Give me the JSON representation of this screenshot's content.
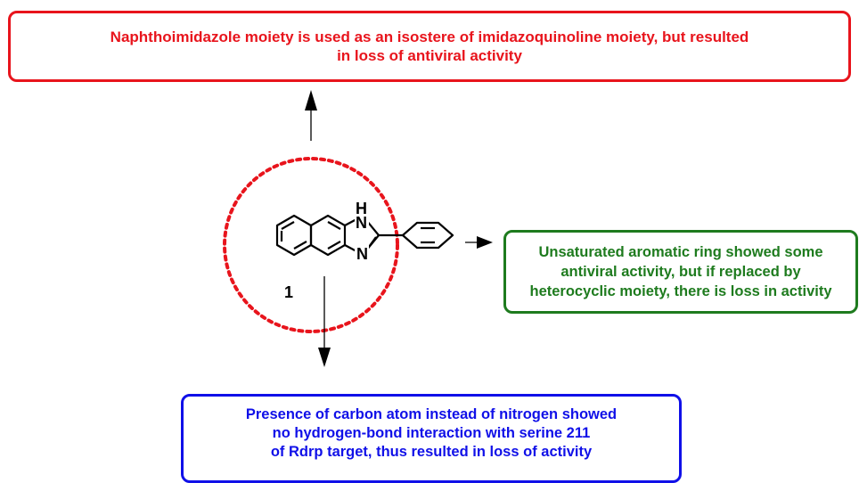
{
  "annotations": {
    "top": {
      "lines": [
        "Naphthoimidazole  moiety is used as an isostere of  imidazoquinoline moiety, but resulted",
        "in  loss of antiviral activity"
      ],
      "color": "#e8141c"
    },
    "right": {
      "lines": [
        "Unsaturated aromatic ring showed some",
        "antiviral activity, but if replaced by",
        "heterocyclic moiety, there is loss in activity"
      ],
      "color": "#1e7b1e"
    },
    "bottom": {
      "lines": [
        "Presence of carbon atom instead of nitrogen showed",
        "no hydrogen-bond interaction with  serine 211",
        "of Rdrp target, thus resulted in loss of activity"
      ],
      "color": "#1010e8"
    }
  },
  "molecule": {
    "compound_label": "1",
    "atoms": {
      "nh_h": "H",
      "nh_n": "N",
      "imine_n": "N"
    }
  },
  "colors": {
    "highlight_circle": "#e8141c",
    "arrows": "#000000"
  }
}
